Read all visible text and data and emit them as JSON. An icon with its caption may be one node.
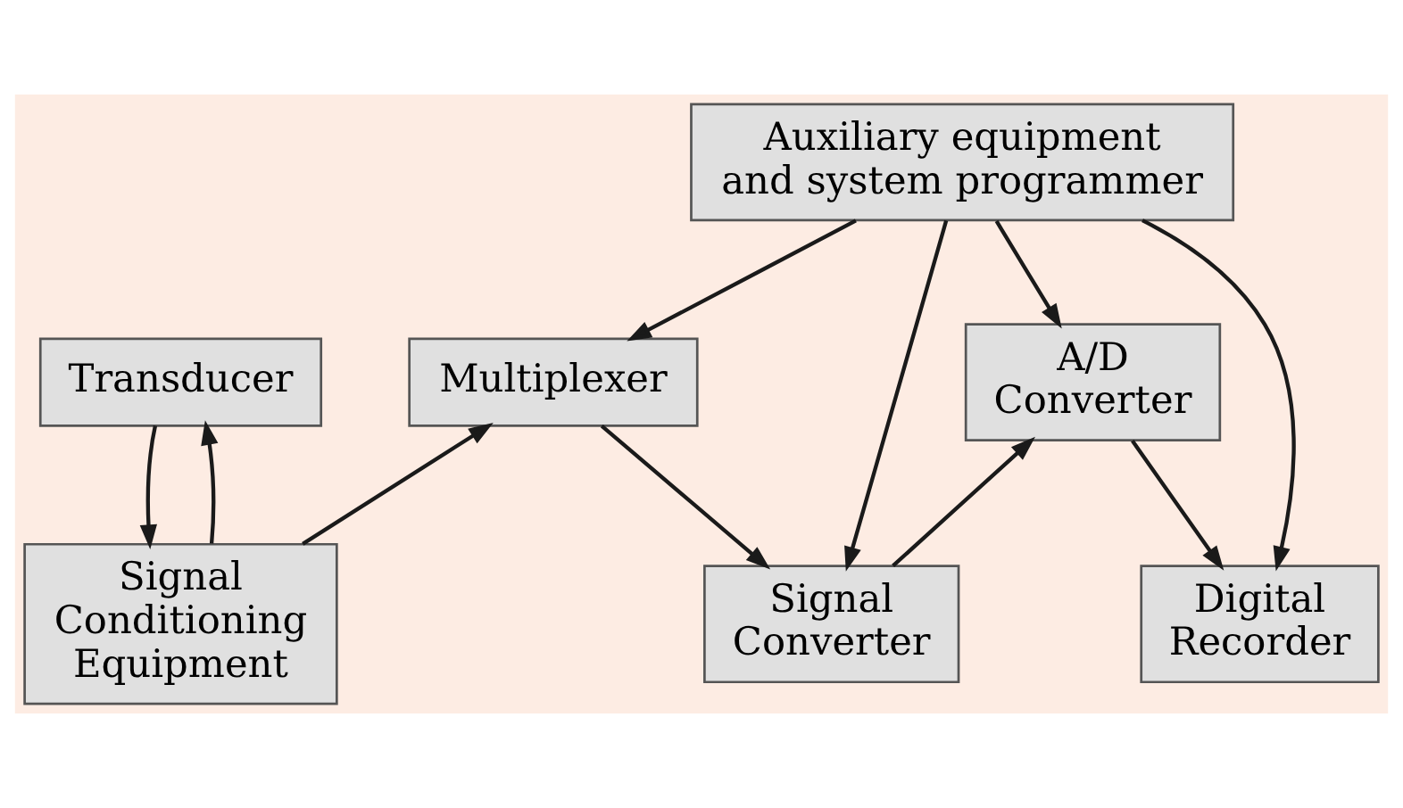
{
  "diagram": {
    "nodes": [
      {
        "text": [
          "Transducer"
        ]
      },
      {
        "text": [
          "Multiplexer"
        ]
      },
      {
        "text": [
          "A/D Converter"
        ]
      },
      {
        "text": [
          "Signal Conditioning Equipment"
        ]
      },
      {
        "text": [
          "Signal Converter"
        ]
      },
      {
        "text": [
          "Digital Recorder"
        ]
      },
      {
        "text": [
          "Auxiliary equipment and system programmer"
        ]
      }
    ],
    "edges": [
      {
        "from": 0,
        "to": 3,
        "arrow": "to"
      },
      {
        "from": 3,
        "to": 0,
        "arrow": "to"
      },
      {
        "from": 3,
        "to": 1,
        "arrow": "to"
      },
      {
        "from": 1,
        "to": 4,
        "arrow": "to"
      },
      {
        "from": 4,
        "to": 2,
        "arrow": "to"
      },
      {
        "from": 2,
        "to": 5,
        "arrow": "to"
      },
      {
        "from": 6,
        "to": 1,
        "arrow": "to"
      },
      {
        "from": 6,
        "to": 4,
        "arrow": "to"
      },
      {
        "from": 6,
        "to": 2,
        "arrow": "to"
      },
      {
        "from": 6,
        "to": 5,
        "arrow": "to"
      }
    ]
  }
}
